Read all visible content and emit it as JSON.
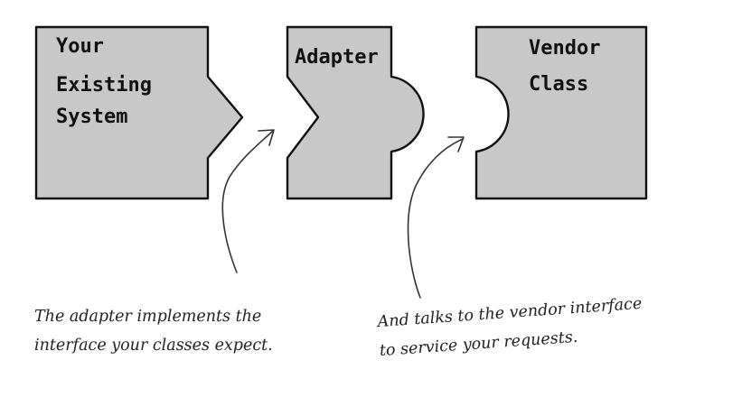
{
  "pieces": {
    "existing_system": {
      "lines": [
        "Your",
        "Existing",
        "System"
      ]
    },
    "adapter": {
      "lines": [
        "Adapter"
      ]
    },
    "vendor_class": {
      "lines": [
        "Vendor",
        "Class"
      ]
    }
  },
  "annotations": {
    "left": {
      "lines": [
        "The adapter implements the",
        "interface your classes expect."
      ]
    },
    "right": {
      "lines": [
        "And talks to the vendor interface",
        "to service your requests."
      ]
    }
  },
  "colors": {
    "piece_fill": "#c8c8c8",
    "outline": "#111111",
    "background": "#ffffff"
  }
}
